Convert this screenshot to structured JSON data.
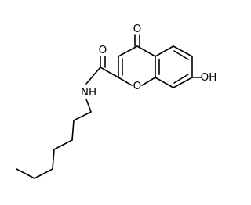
{
  "structure": {
    "atom_labels": {
      "carbonyl_oxygen": "O",
      "ring_oxygen": "O",
      "amide_oxygen": "O",
      "amide_nitrogen": "NH",
      "hydroxyl": "OH"
    }
  }
}
